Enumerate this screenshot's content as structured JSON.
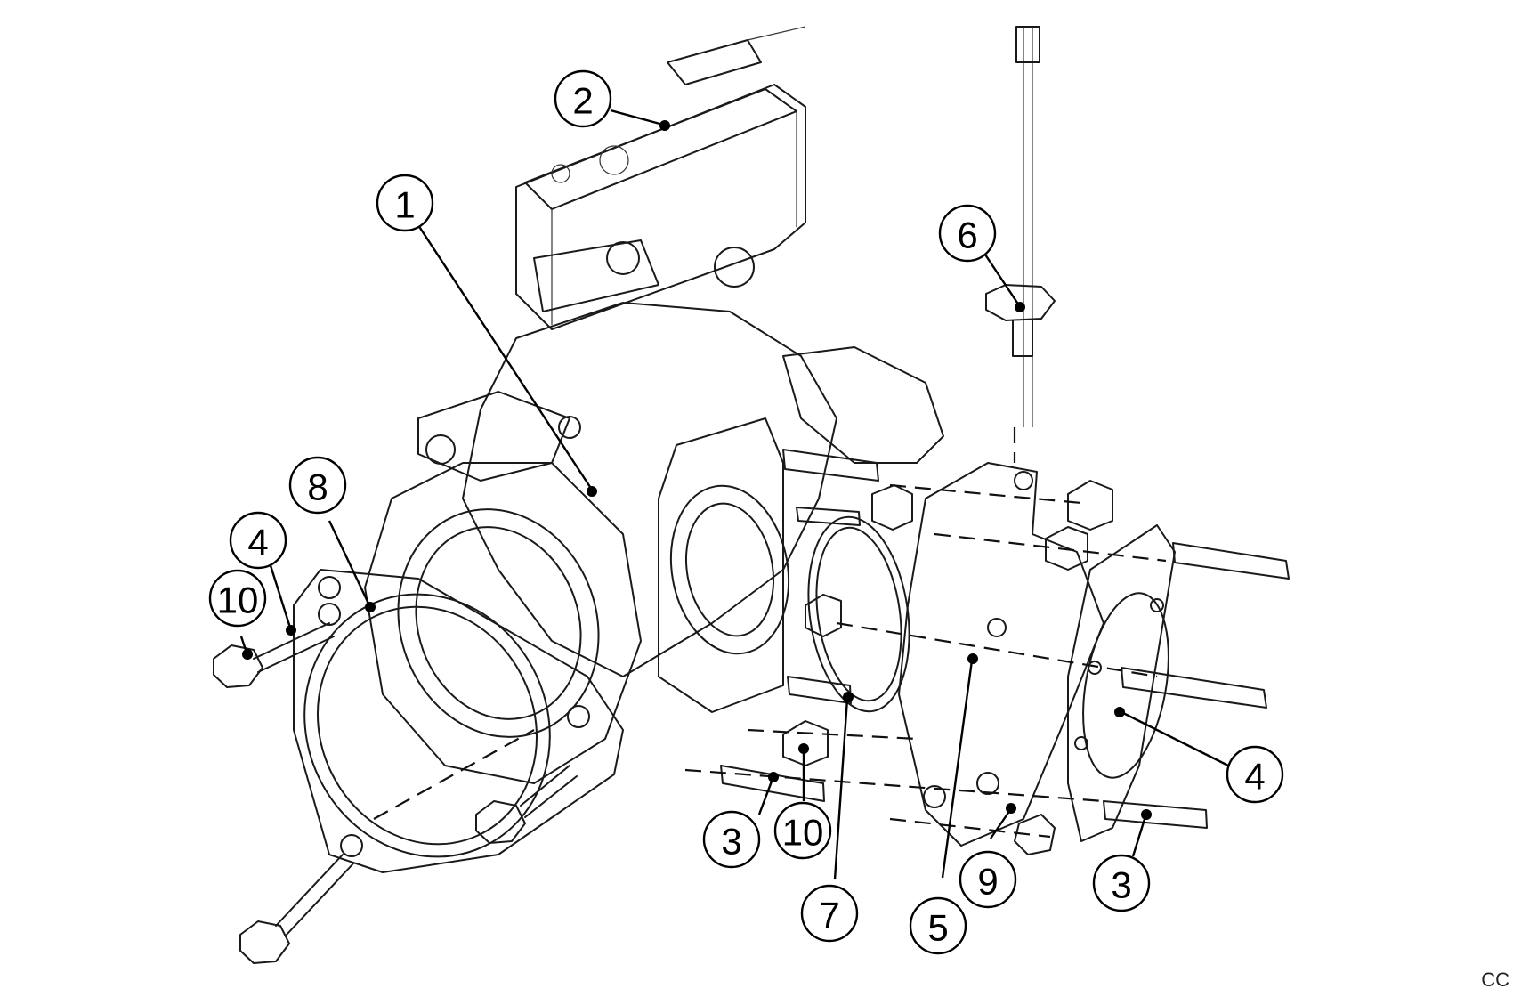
{
  "callouts": [
    {
      "label": "1"
    },
    {
      "label": "2"
    },
    {
      "label": "3"
    },
    {
      "label": "3"
    },
    {
      "label": "4"
    },
    {
      "label": "4"
    },
    {
      "label": "5"
    },
    {
      "label": "6"
    },
    {
      "label": "7"
    },
    {
      "label": "8"
    },
    {
      "label": "9"
    },
    {
      "label": "10"
    },
    {
      "label": "10"
    }
  ],
  "corner_code": "CC"
}
